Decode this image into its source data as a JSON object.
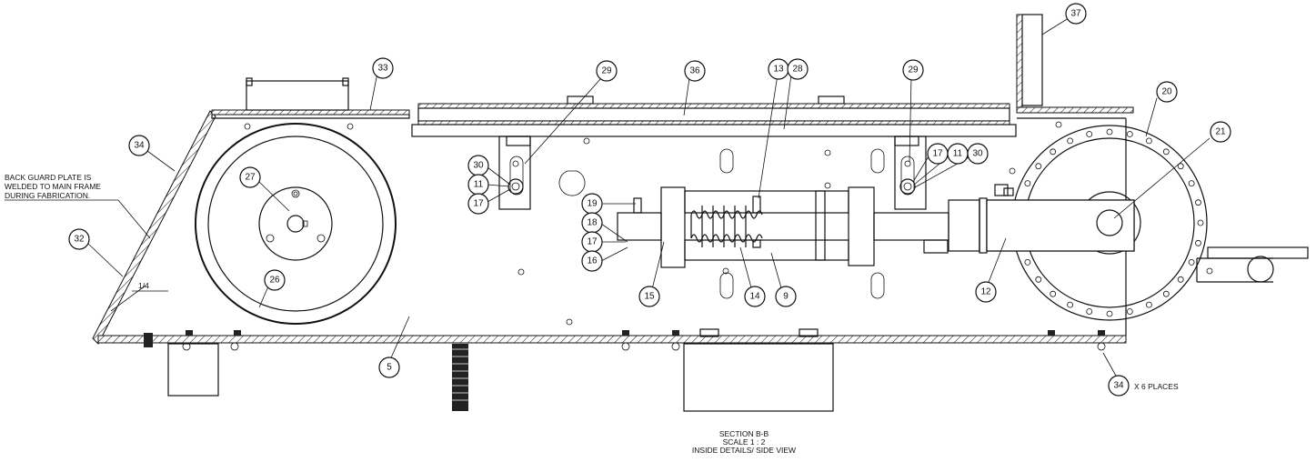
{
  "title_block": {
    "section": "SECTION B-B",
    "scale": "SCALE 1 : 2",
    "view": "INSIDE DETAILS/ SIDE VIEW"
  },
  "notes": {
    "back_guard_line1": "BACK GUARD PLATE IS",
    "back_guard_line2": "WELDED TO MAIN FRAME",
    "back_guard_line3": "DURING FABRICATION.",
    "weld_size": "1/4",
    "places": "X 6 PLACES"
  },
  "balloons": {
    "b37": "37",
    "b33": "33",
    "b29a": "29",
    "b36": "36",
    "b13": "13",
    "b28": "28",
    "b29b": "29",
    "b20": "20",
    "b21": "21",
    "b34a": "34",
    "b27": "27",
    "b30a": "30",
    "b11a": "11",
    "b17a": "17",
    "b19": "19",
    "b18": "18",
    "b17b": "17",
    "b16": "16",
    "b17c": "17",
    "b11b": "11",
    "b30b": "30",
    "b32": "32",
    "b26": "26",
    "b15": "15",
    "b14": "14",
    "b9": "9",
    "b12": "12",
    "b5": "5",
    "b34b": "34"
  }
}
